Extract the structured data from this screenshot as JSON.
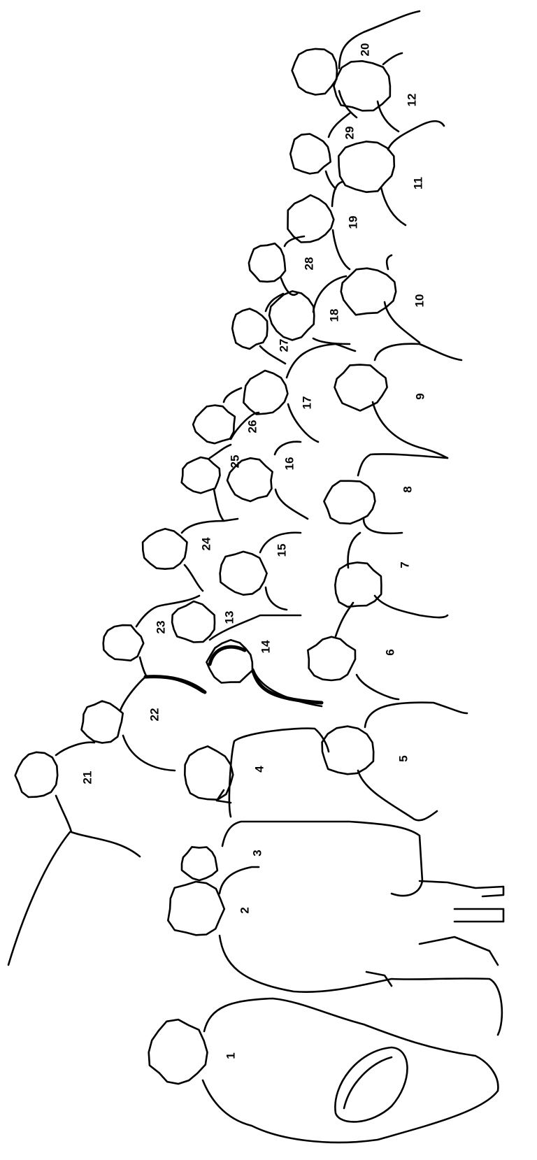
{
  "figure": {
    "type": "group-photo-key",
    "orientation": "rotated 90deg counter-clockwise",
    "labels": [
      {
        "n": "1"
      },
      {
        "n": "2"
      },
      {
        "n": "3"
      },
      {
        "n": "4"
      },
      {
        "n": "5"
      },
      {
        "n": "6"
      },
      {
        "n": "7"
      },
      {
        "n": "8"
      },
      {
        "n": "9"
      },
      {
        "n": "10"
      },
      {
        "n": "11"
      },
      {
        "n": "12"
      },
      {
        "n": "13"
      },
      {
        "n": "14"
      },
      {
        "n": "15"
      },
      {
        "n": "16"
      },
      {
        "n": "17"
      },
      {
        "n": "18"
      },
      {
        "n": "19"
      },
      {
        "n": "20"
      },
      {
        "n": "21"
      },
      {
        "n": "22"
      },
      {
        "n": "23"
      },
      {
        "n": "24"
      },
      {
        "n": "25"
      },
      {
        "n": "26"
      },
      {
        "n": "27"
      },
      {
        "n": "28"
      },
      {
        "n": "29"
      }
    ],
    "stroke_color": "#000000",
    "background_color": "#ffffff"
  }
}
